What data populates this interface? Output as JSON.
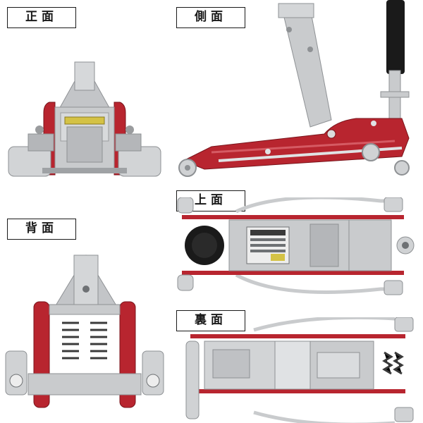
{
  "labels": {
    "front": "正面",
    "side": "側面",
    "back": "背面",
    "top": "上面",
    "bottom": "裏面"
  },
  "colors": {
    "frame_red": "#b8252f",
    "silver": "#c9cbcd",
    "dark_silver": "#8e9194",
    "black": "#1a1a1a"
  }
}
